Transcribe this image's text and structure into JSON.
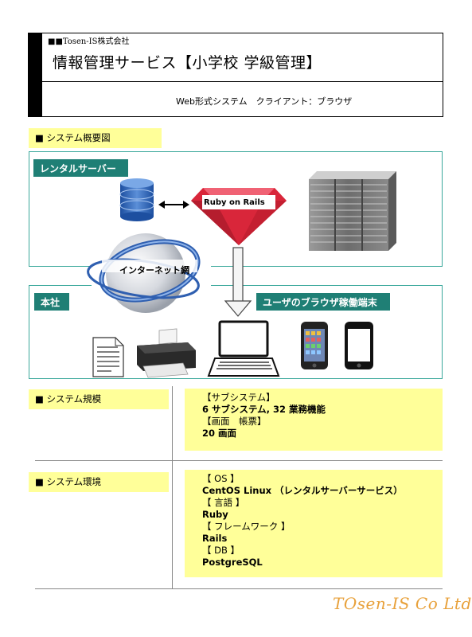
{
  "header": {
    "company": "■■Tosen-IS株式会社",
    "title": "情報管理サービス【小学校 学級管理】",
    "subtitle": "Web形式システム　クライアント：ブラウザ"
  },
  "overview": {
    "section_label": "■ システム概要図",
    "rental_label": "レンタルサーバー",
    "ruby_label": "Ruby on Rails",
    "internet_label": "インターネット網",
    "honsha_label": "本社",
    "browser_label": "ユーザのブラウザ稼働端末"
  },
  "scale": {
    "section_label": "■ システム規模",
    "lines": [
      "【サブシステム】",
      "6 サブシステム, 32 業務機能",
      "【画面　帳票】",
      "20 画面"
    ]
  },
  "environment": {
    "section_label": "■ システム環境",
    "lines": [
      "【 OS 】",
      "CentOS Linux （レンタルサーバーサービス）",
      "【 言語 】",
      "Ruby",
      "【 フレームワーク 】",
      "Rails",
      "【 DB 】",
      "PostgreSQL"
    ]
  },
  "footer": {
    "logo": "TOsen-IS Co Ltd"
  },
  "colors": {
    "teal": "#1f7f75",
    "teal_border": "#3aa89b",
    "highlight": "#ffff99",
    "ruby": "#d9263a",
    "logo": "#e8a13b"
  }
}
